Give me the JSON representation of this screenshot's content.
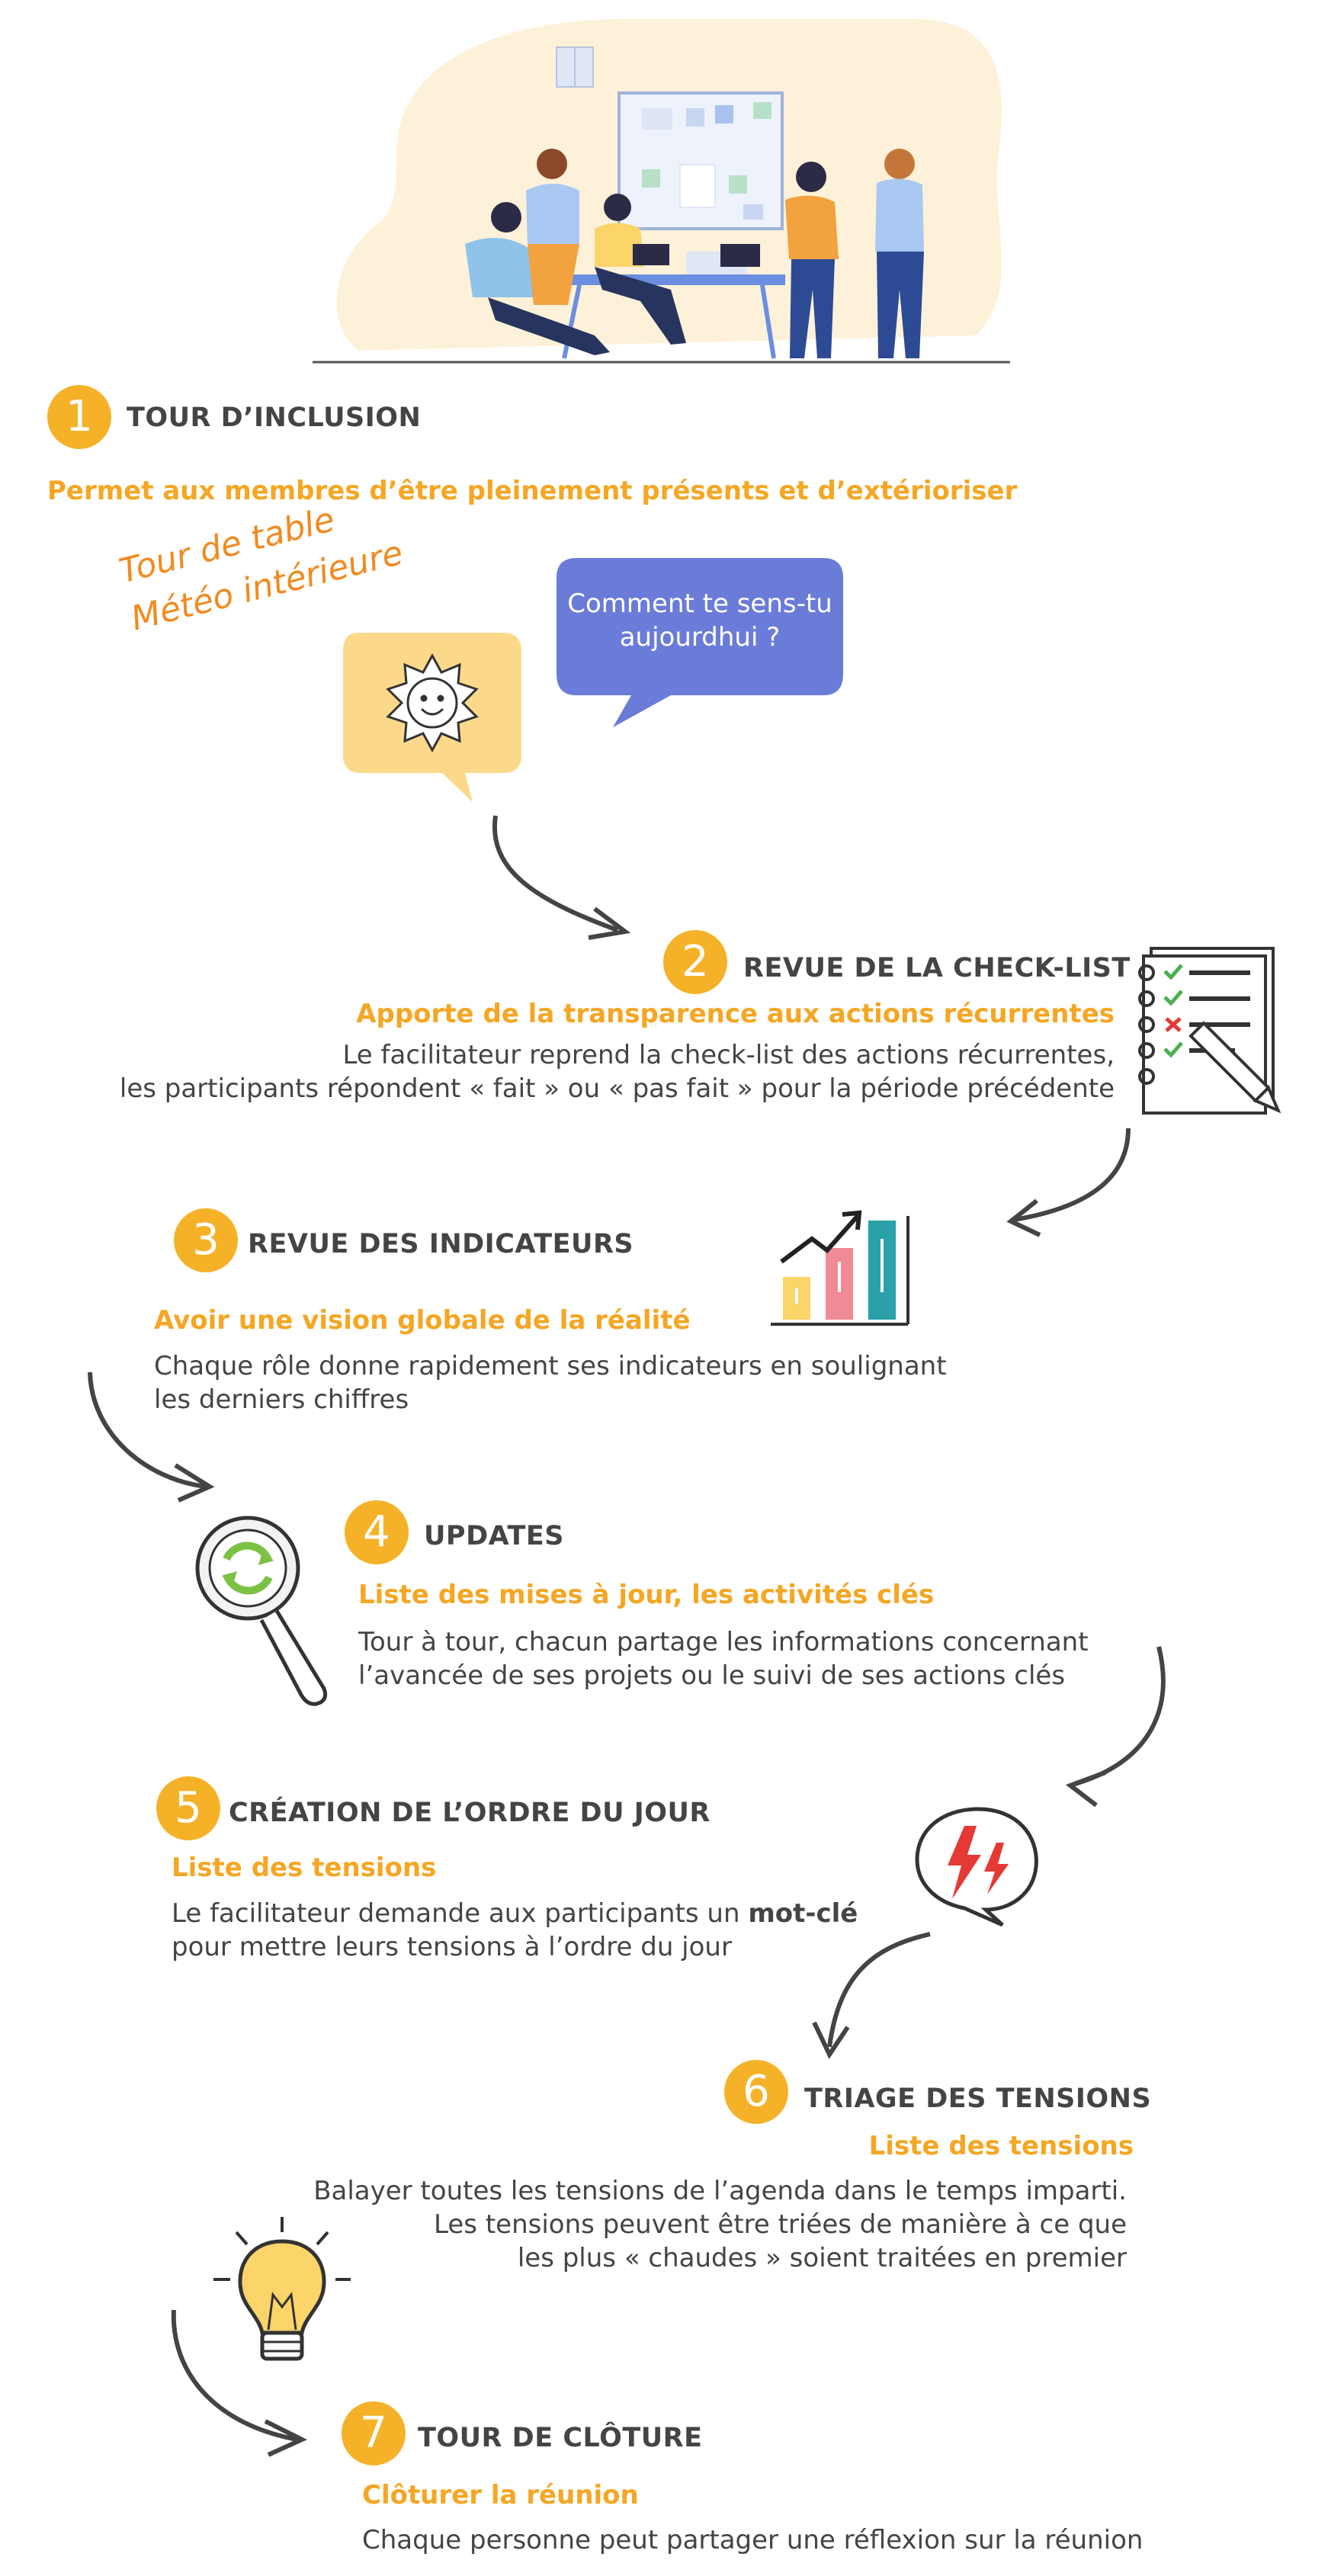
{
  "steps": [
    {
      "number": "1",
      "title": "TOUR D’INCLUSION",
      "subtitle": "Permet aux membres d’être pleinement présents et d’extérioriser"
    },
    {
      "number": "2",
      "title": "REVUE DE LA CHECK-LIST",
      "subtitle": "Apporte de la transparence aux actions récurrentes",
      "lines": [
        "Le facilitateur reprend la check-list des actions récurrentes,",
        "les participants répondent « fait » ou « pas fait » pour la période précédente"
      ]
    },
    {
      "number": "3",
      "title": "REVUE DES INDICATEURS",
      "subtitle": "Avoir une vision globale de la réalité",
      "lines": [
        "Chaque rôle donne rapidement ses indicateurs en soulignant",
        "les derniers chiffres"
      ]
    },
    {
      "number": "4",
      "title": "UPDATES",
      "subtitle": "Liste des mises à jour, les activités clés",
      "lines": [
        "Tour à tour, chacun partage les informations concernant",
        "l’avancée de ses projets ou le suivi de ses actions clés"
      ]
    },
    {
      "number": "5",
      "title": "CRÉATION DE L’ORDRE DU JOUR",
      "subtitle": "Liste des tensions",
      "line1_before": "Le facilitateur demande aux participants un ",
      "line1_bold": "mot-clé",
      "line2": "pour mettre leurs tensions à l’ordre du jour"
    },
    {
      "number": "6",
      "title": "TRIAGE DES TENSIONS",
      "subtitle": "Liste des tensions",
      "lines": [
        "Balayer toutes les tensions de l’agenda dans le temps imparti.",
        "Les tensions peuvent être triées de manière à ce que",
        "les plus « chaudes » soient traitées en premier"
      ]
    },
    {
      "number": "7",
      "title": "TOUR DE CLÔTURE",
      "subtitle": "Clôturer la réunion",
      "lines": [
        "Chaque personne peut partager une réflexion sur la réunion"
      ]
    }
  ],
  "handwritten": {
    "line1": "Tour de table",
    "line2": "Météo intérieure"
  },
  "bubble": {
    "line1": "Comment te sens-tu",
    "line2": "aujourdhui ?"
  },
  "colors": {
    "accent": "#f5b229",
    "subtitle": "#f5a623",
    "text": "#444444",
    "bubble": "#6b7bd8",
    "handwritten": "#f28a1e"
  },
  "icons": [
    "team-meeting-illustration",
    "sun-bubble-icon",
    "checklist-icon",
    "bar-chart-icon",
    "magnifier-refresh-icon",
    "lightning-bubble-icon",
    "lightbulb-icon",
    "curved-arrow-icon"
  ]
}
